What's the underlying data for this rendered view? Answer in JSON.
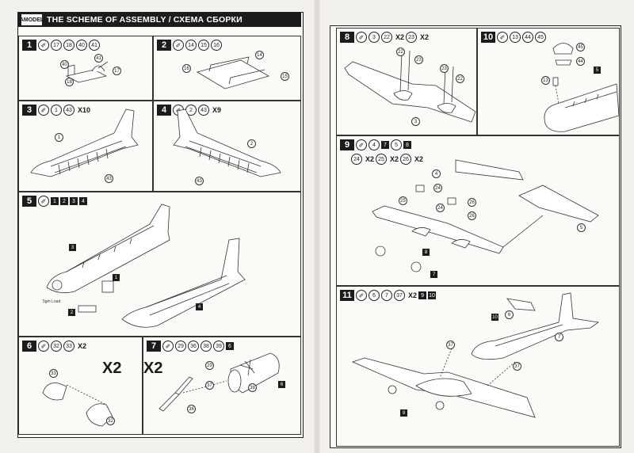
{
  "header": {
    "title": "THE SCHEME OF ASSEMBLY / СХЕМА СБОРКИ",
    "logo": ""
  },
  "steps": {
    "s1": {
      "num": "1",
      "parts": [
        "17",
        "18",
        "40",
        "41"
      ],
      "labels": [
        "41",
        "40",
        "17",
        "18"
      ]
    },
    "s2": {
      "num": "2",
      "parts": [
        "14",
        "15",
        "16"
      ],
      "labels": [
        "14",
        "16",
        "15"
      ]
    },
    "s3": {
      "num": "3",
      "parts": [
        "1",
        "43"
      ],
      "mult": "X10",
      "labels": [
        "1",
        "43"
      ]
    },
    "s4": {
      "num": "4",
      "parts": [
        "2",
        "43"
      ],
      "mult": "X9",
      "labels": [
        "2",
        "43"
      ]
    },
    "s5": {
      "num": "5",
      "sq": [
        "1",
        "2",
        "3",
        "4"
      ],
      "labels": [
        "3",
        "1",
        "2",
        "4"
      ],
      "note": "5gm Load"
    },
    "s6": {
      "num": "6",
      "parts": [
        "32",
        "33"
      ],
      "mult": "X2",
      "big": "X2",
      "labels": [
        "33",
        "32"
      ]
    },
    "s7": {
      "num": "7",
      "parts": [
        "29",
        "36",
        "38",
        "39"
      ],
      "sq": "6",
      "big": "X2",
      "labels": [
        "29",
        "37",
        "38",
        "36",
        "6"
      ]
    },
    "s8": {
      "num": "8",
      "parts": [
        "3",
        "22"
      ],
      "mult1": "X2",
      "p2": "23",
      "mult2": "X2",
      "labels": [
        "22",
        "23",
        "23",
        "22",
        "3"
      ]
    },
    "s9": {
      "num": "9",
      "parts": [
        "4"
      ],
      "sq": [
        "7",
        "5",
        "8"
      ],
      "parts2": [
        "24",
        "25",
        "26"
      ],
      "mults": [
        "X2",
        "X2",
        "X2"
      ],
      "labels": [
        "4",
        "24",
        "25",
        "24",
        "26",
        "26",
        "5",
        "8",
        "7"
      ]
    },
    "s10": {
      "num": "10",
      "parts": [
        "13",
        "44",
        "45"
      ],
      "labels": [
        "45",
        "44",
        "13",
        "5"
      ]
    },
    "s11": {
      "num": "11",
      "parts": [
        "6",
        "7",
        "37"
      ],
      "mult": "X2",
      "sq": [
        "9",
        "10"
      ],
      "labels": [
        "10",
        "6",
        "7",
        "37",
        "37",
        "9"
      ]
    }
  }
}
